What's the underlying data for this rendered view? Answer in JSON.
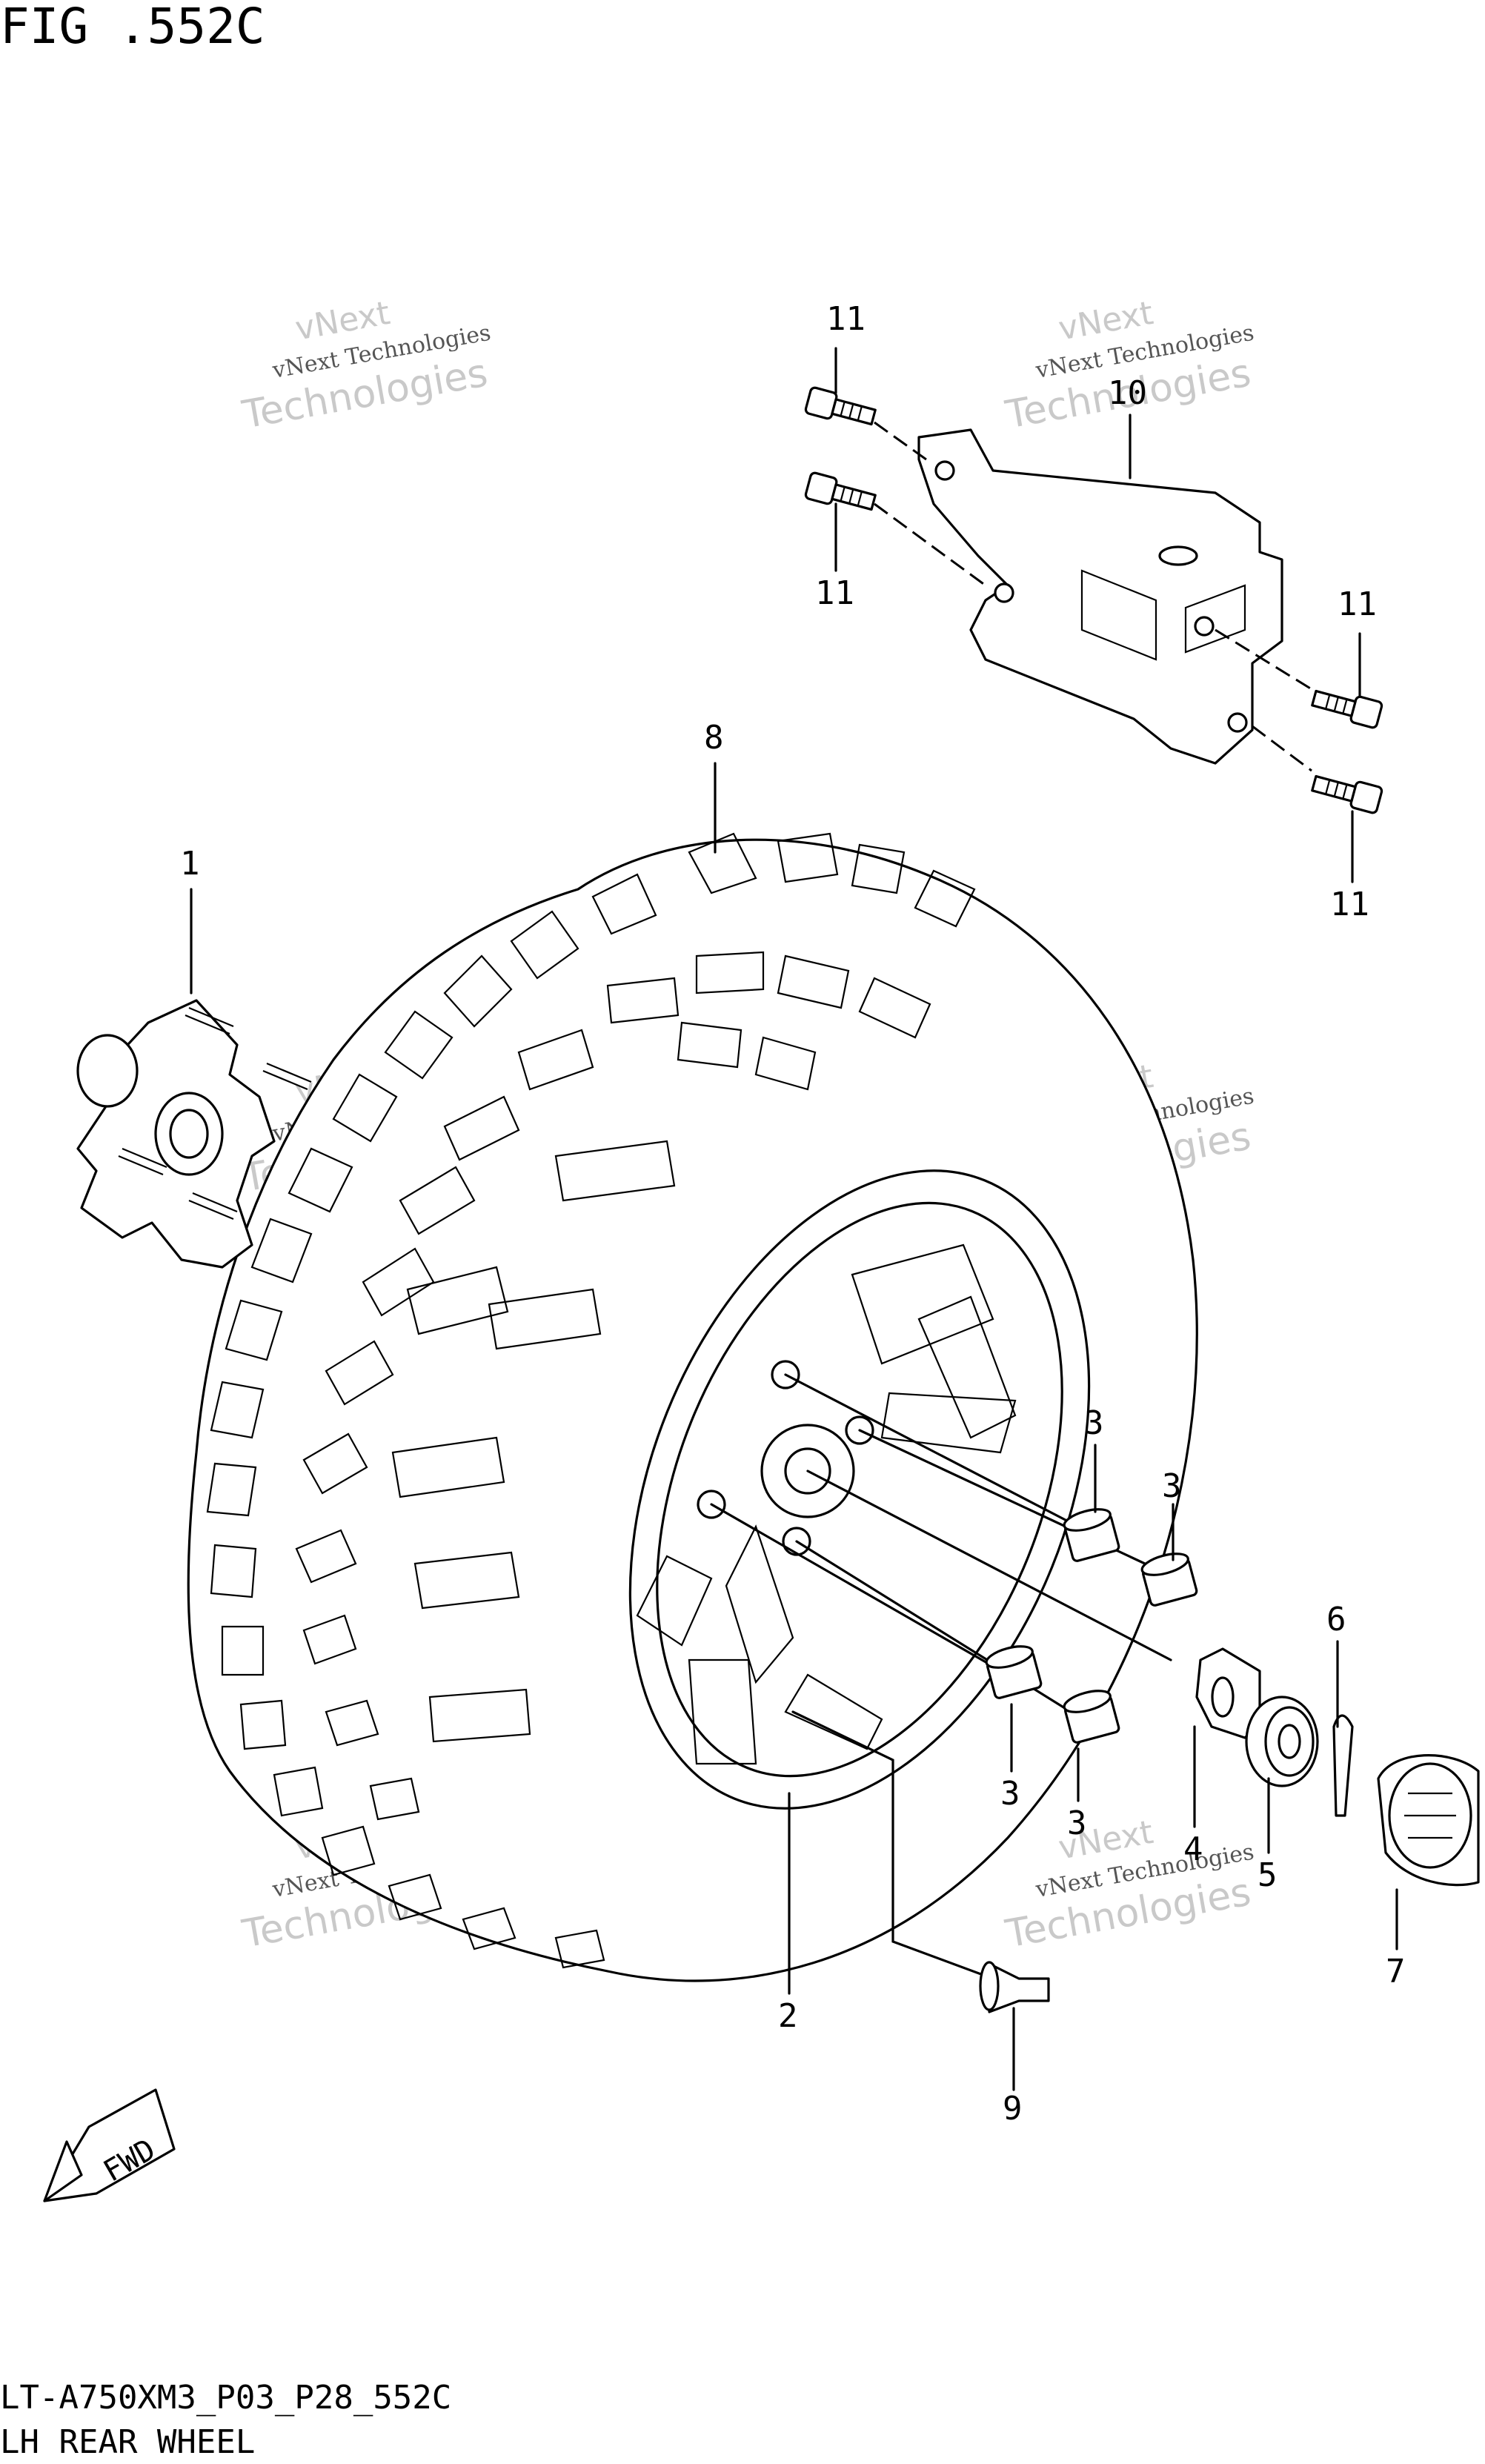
{
  "figure": {
    "title": "FIG .552C"
  },
  "footer": {
    "code": "LT-A750XM3_P03_P28_552C",
    "caption": "LH REAR WHEEL"
  },
  "watermark": {
    "line1": "vNext Technologies",
    "line2": "vNext",
    "line3": "Technologies"
  },
  "direction_badge": {
    "label": "FWD"
  },
  "callouts": [
    "1",
    "2",
    "3",
    "3",
    "3",
    "3",
    "4",
    "5",
    "6",
    "7",
    "8",
    "9",
    "10",
    "11",
    "11",
    "11",
    "11"
  ]
}
